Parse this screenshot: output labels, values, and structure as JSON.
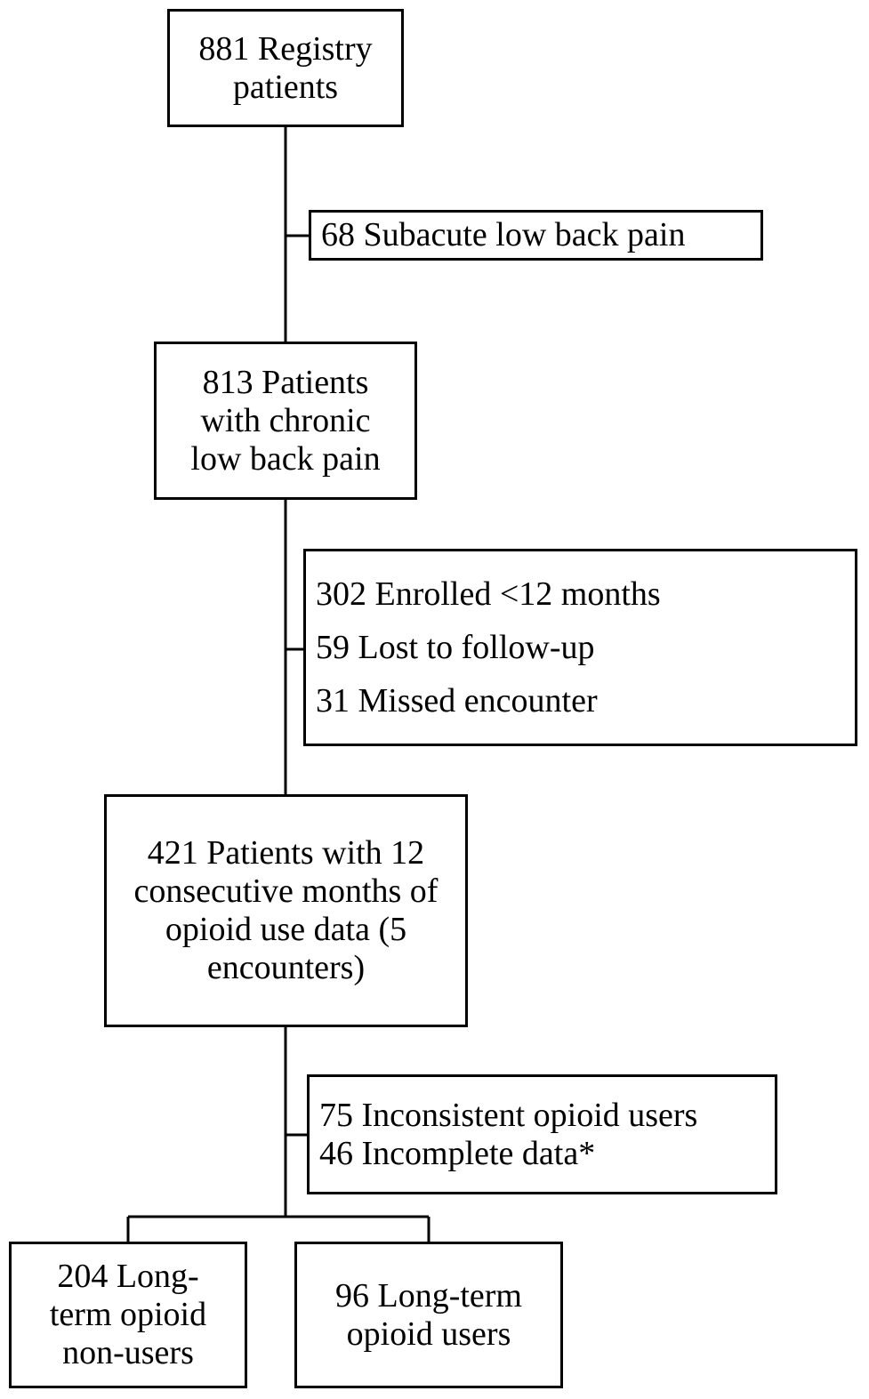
{
  "flowchart": {
    "registry": {
      "lines": [
        "881 Registry",
        "patients"
      ]
    },
    "excluded_subacute": {
      "lines": [
        "68 Subacute low back pain"
      ]
    },
    "chronic": {
      "lines": [
        "813 Patients",
        "with chronic",
        "low back pain"
      ]
    },
    "excluded_followup": {
      "lines": [
        "302 Enrolled <12 months",
        "59 Lost to follow-up",
        "31 Missed encounter"
      ]
    },
    "twelve_months": {
      "lines": [
        "421 Patients with 12",
        "consecutive months of",
        "opioid use data (5",
        "encounters)"
      ]
    },
    "excluded_opioid": {
      "lines": [
        "75 Inconsistent opioid users",
        "46 Incomplete data*"
      ]
    },
    "non_users": {
      "lines": [
        "204 Long-",
        "term opioid",
        "non-users"
      ]
    },
    "users": {
      "lines": [
        "96 Long-term",
        "opioid users"
      ]
    }
  },
  "colors": {
    "line": "#000000",
    "box_border": "#000000",
    "background": "#ffffff"
  }
}
